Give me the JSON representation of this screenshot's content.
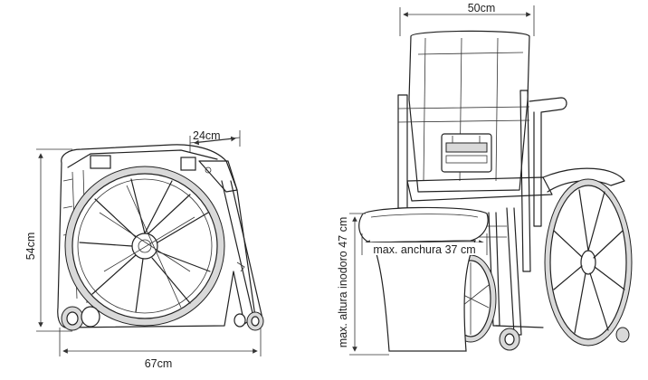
{
  "dimensions": {
    "folded_depth": "24cm",
    "folded_height": "54cm",
    "folded_length": "67cm",
    "chair_width": "50cm",
    "max_toilet_width": "max. anchura 37 cm",
    "max_toilet_height": "max. altura inodoro 47 cm"
  },
  "colors": {
    "line": "#222222",
    "shade": "#d9d9d9"
  }
}
